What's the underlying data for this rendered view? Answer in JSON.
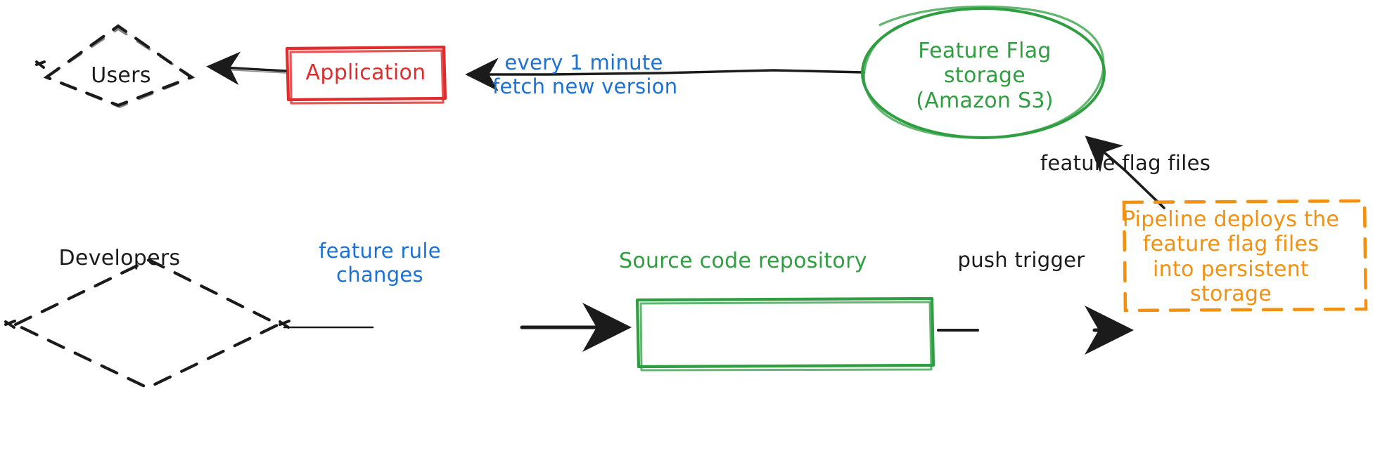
{
  "diagram": {
    "title": "Feature flag delivery architecture",
    "background": "#ffffff",
    "colors": {
      "black": "#1b1b1b",
      "red": "#e02c2c",
      "green": "#2f9e41",
      "blue": "#1c71d8",
      "orange": "#f29111"
    },
    "nodes": [
      {
        "id": "users",
        "label": "Users",
        "shape": "diamond",
        "stroke_style": "dashed",
        "color": "#1b1b1b"
      },
      {
        "id": "application",
        "label": "Application",
        "shape": "rectangle",
        "stroke_style": "solid",
        "color": "#e02c2c"
      },
      {
        "id": "feature-flag-storage",
        "label": "Feature Flag\nstorage\n(Amazon S3)",
        "shape": "ellipse",
        "stroke_style": "solid",
        "color": "#2f9e41"
      },
      {
        "id": "pipeline",
        "label": "Pipeline deploys the\nfeature flag files\ninto persistent\nstorage",
        "shape": "rectangle",
        "stroke_style": "dashed",
        "color": "#f29111"
      },
      {
        "id": "developers",
        "label": "Developers",
        "shape": "diamond",
        "stroke_style": "dashed",
        "color": "#1b1b1b"
      },
      {
        "id": "source-code-repository",
        "label": "Source code repository",
        "shape": "rectangle",
        "stroke_style": "solid",
        "color": "#2f9e41"
      }
    ],
    "edges": [
      {
        "id": "application-to-users",
        "from": "application",
        "to": "users",
        "label": "",
        "label_color": "#1b1b1b"
      },
      {
        "id": "storage-to-application",
        "from": "feature-flag-storage",
        "to": "application",
        "label": "every 1 minute\nfetch new version",
        "label_color": "#1c71d8"
      },
      {
        "id": "pipeline-to-storage",
        "from": "pipeline",
        "to": "feature-flag-storage",
        "label": "feature flag files",
        "label_color": "#1b1b1b"
      },
      {
        "id": "developers-to-repository",
        "from": "developers",
        "to": "source-code-repository",
        "label": "feature rule\nchanges",
        "label_color": "#1c71d8"
      },
      {
        "id": "repository-to-pipeline",
        "from": "source-code-repository",
        "to": "pipeline",
        "label": "push trigger",
        "label_color": "#1b1b1b"
      }
    ]
  }
}
